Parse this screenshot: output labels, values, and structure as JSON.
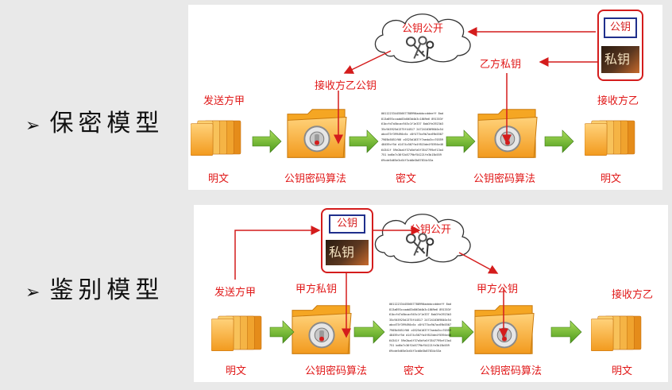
{
  "models": [
    {
      "bullet": "保密模型",
      "sender": "发送方甲",
      "receiver": "接收方乙",
      "plain_left": "明文",
      "algo_left": "公钥密码算法",
      "cipher_label": "密文",
      "algo_right": "公钥密码算法",
      "plain_right": "明文",
      "cloud": "公钥公开",
      "key_used_enc": "接收方乙公钥",
      "key_used_dec": "乙方私钥",
      "box_public": "公钥",
      "box_private": "私钥"
    },
    {
      "bullet": "鉴别模型",
      "sender": "发送方甲",
      "receiver": "接收方乙",
      "plain_left": "明文",
      "algo_left": "公钥密码算法",
      "cipher_label": "密文",
      "algo_right": "公钥密码算法",
      "plain_right": "明文",
      "cloud": "公钥公开",
      "key_used_enc": "甲方私钥",
      "key_used_dec": "甲方公钥",
      "box_public": "公钥",
      "box_private": "私钥"
    }
  ],
  "cipher_text": "001122334455667788990aabbccddeeff 8ad813a893ccaab83d063d4b3c1869e6 891353f61bcfd7a5bcac945c1f1e337 8ab3fe2923b335c945925d1375f44517 2472410369840c54abcd75f399490c6c c8f477bc9b7ac69b55077905b5051f66 c0325d1037f7aeda3cc7035948459cf5d d1474c507fa4f815de4f5594e4664341f 59e2ba4f37a5dfa5f3547799af13a4751 bd6e7c36f2b5779bf54221fe3b15b559 69cde5d65e3c64f3cb8e3b87834c53a"
}
